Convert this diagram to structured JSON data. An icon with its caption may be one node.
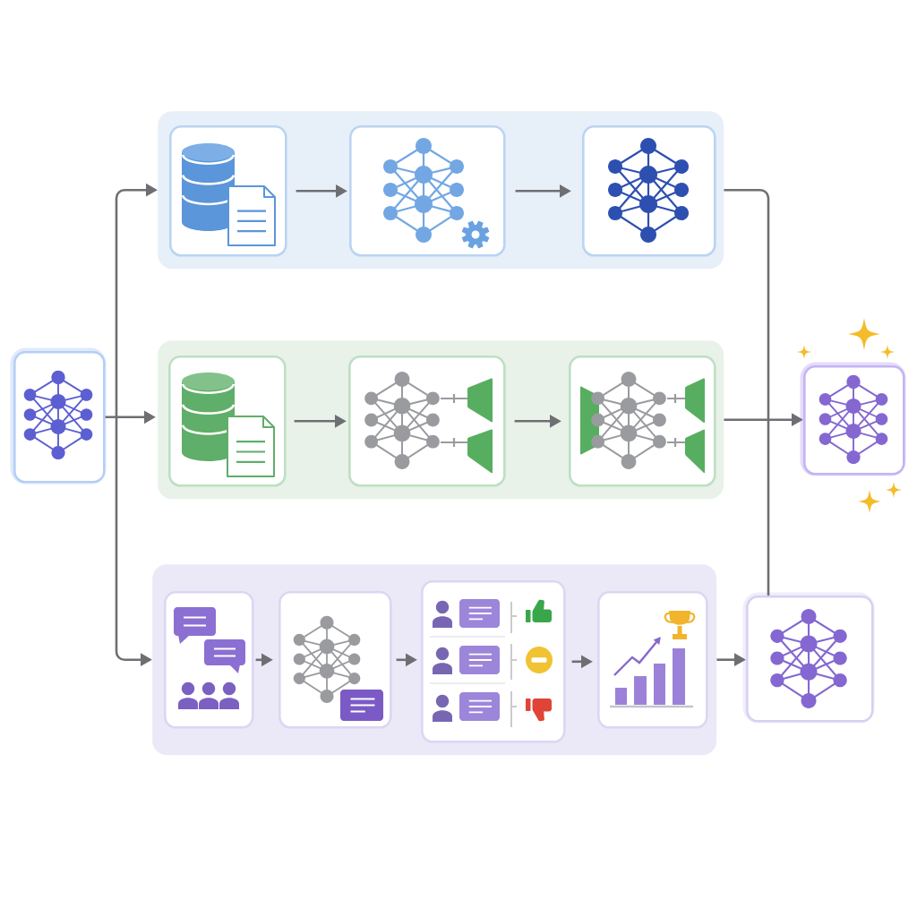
{
  "diagram": {
    "nodes": [
      {
        "text": [],
        "shape": "picture"
      },
      {
        "text": [],
        "shape": "box"
      },
      {
        "text": [],
        "shape": "picture",
        "in": 1
      },
      {
        "text": [],
        "shape": "picture",
        "in": 1
      },
      {
        "text": [],
        "shape": "picture",
        "in": 1
      },
      {
        "text": [],
        "shape": "box"
      },
      {
        "text": [],
        "shape": "picture",
        "in": 5
      },
      {
        "text": [],
        "shape": "picture",
        "in": 5
      },
      {
        "text": [],
        "shape": "picture",
        "in": 5
      },
      {
        "text": [],
        "shape": "box"
      },
      {
        "text": [],
        "shape": "picture",
        "in": 9
      },
      {
        "text": [],
        "shape": "picture",
        "in": 9
      },
      {
        "text": [],
        "shape": "picture",
        "in": 9
      },
      {
        "text": [],
        "shape": "picture",
        "in": 9
      },
      {
        "text": [],
        "shape": "picture"
      },
      {
        "text": [],
        "shape": "picture"
      }
    ],
    "edges": [
      {
        "from": 0,
        "to": 1,
        "arrow": "to"
      },
      {
        "from": 0,
        "to": 5,
        "arrow": "to"
      },
      {
        "from": 0,
        "to": 9,
        "arrow": "to"
      },
      {
        "from": 2,
        "to": 3,
        "arrow": "to"
      },
      {
        "from": 3,
        "to": 4,
        "arrow": "to"
      },
      {
        "from": 6,
        "to": 7,
        "arrow": "to"
      },
      {
        "from": 7,
        "to": 8,
        "arrow": "to"
      },
      {
        "from": 10,
        "to": 11,
        "arrow": "to"
      },
      {
        "from": 11,
        "to": 12,
        "arrow": "to"
      },
      {
        "from": 12,
        "to": 13,
        "arrow": "to"
      },
      {
        "from": 9,
        "to": 14,
        "arrow": "to"
      },
      {
        "from": 1,
        "to": 15,
        "arrow": "to"
      },
      {
        "from": 5,
        "to": 15,
        "arrow": "to"
      },
      {
        "from": 14,
        "to": 15,
        "arrow": "to"
      }
    ]
  }
}
